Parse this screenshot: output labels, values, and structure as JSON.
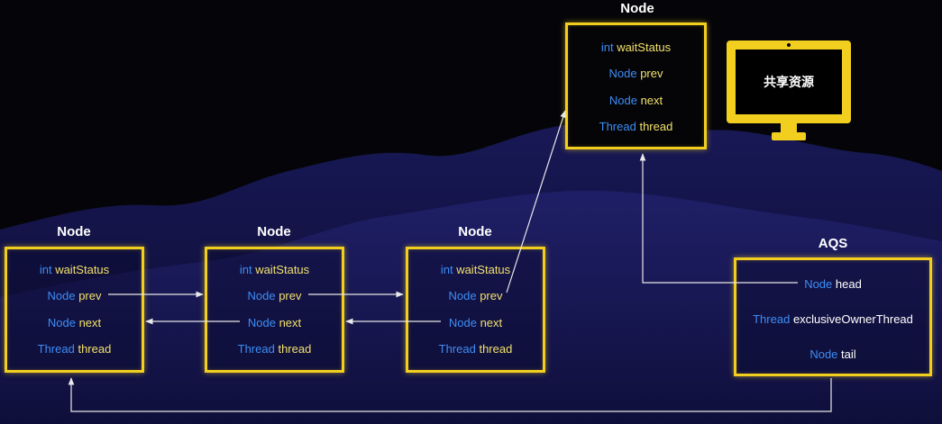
{
  "nodes": [
    {
      "title": "Node",
      "f1t": "int",
      "f1n": "waitStatus",
      "f2t": "Node",
      "f2n": "prev",
      "f3t": "Node",
      "f3n": "next",
      "f4t": "Thread",
      "f4n": "thread"
    },
    {
      "title": "Node",
      "f1t": "int",
      "f1n": "waitStatus",
      "f2t": "Node",
      "f2n": "prev",
      "f3t": "Node",
      "f3n": "next",
      "f4t": "Thread",
      "f4n": "thread"
    },
    {
      "title": "Node",
      "f1t": "int",
      "f1n": "waitStatus",
      "f2t": "Node",
      "f2n": "prev",
      "f3t": "Node",
      "f3n": "next",
      "f4t": "Thread",
      "f4n": "thread"
    },
    {
      "title": "Node",
      "f1t": "int",
      "f1n": "waitStatus",
      "f2t": "Node",
      "f2n": "prev",
      "f3t": "Node",
      "f3n": "next",
      "f4t": "Thread",
      "f4n": "thread"
    }
  ],
  "aqs": {
    "title": "AQS",
    "f1t": "Node",
    "f1n": "head",
    "f2t": "Thread",
    "f2n": "exclusiveOwnerThread",
    "f3t": "Node",
    "f3n": "tail"
  },
  "monitor": {
    "label": "共享资源"
  },
  "colors": {
    "accent": "#f2cf1f",
    "type": "#3d8df5",
    "name": "#f2e16b",
    "arrow": "#e8e8e8"
  }
}
